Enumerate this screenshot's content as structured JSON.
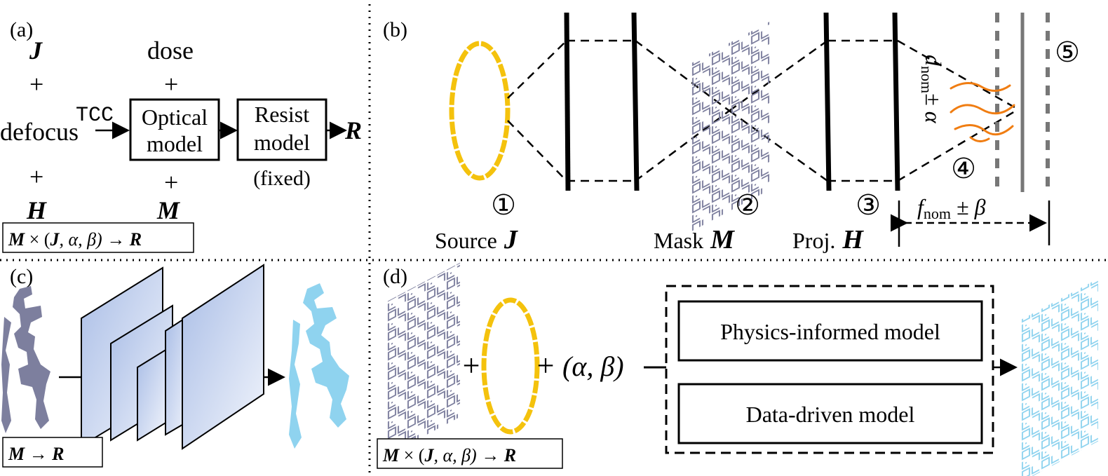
{
  "panel_a": {
    "label": "(a)",
    "J": "J",
    "plus": "+",
    "dose": "dose",
    "tcc": "TCC",
    "defocus": "defocus",
    "optical_line1": "Optical",
    "optical_line2": "model",
    "resist_line1": "Resist",
    "resist_line2": "model",
    "fixed": "(fixed)",
    "R": "R",
    "H": "H",
    "M": "M",
    "formula_M": "M",
    "formula_mid": " × (",
    "formula_J": "J",
    "formula_sep": ", α, β) → ",
    "formula_R": "R"
  },
  "panel_b": {
    "label": "(b)",
    "c1": "①",
    "c2": "②",
    "c3": "③",
    "c4": "④",
    "c5": "⑤",
    "source": "Source",
    "source_sym": "J",
    "mask": "Mask",
    "mask_sym": "M",
    "proj": "Proj.",
    "proj_sym": "H",
    "d_label": "d",
    "d_sub": "nom",
    "d_pm": "± α",
    "f_label": "f",
    "f_sub": "nom",
    "f_pm": " ± β"
  },
  "panel_c": {
    "label": "(c)",
    "formula_M": "M",
    "formula_arrow": " → ",
    "formula_R": "R"
  },
  "panel_d": {
    "label": "(d)",
    "plus1": "+",
    "plus2": "+",
    "params": "(α, β)",
    "physics": "Physics-informed model",
    "data": "Data-driven model",
    "formula_M": "M",
    "formula_mid": " × (",
    "formula_J": "J",
    "formula_sep": ", α, β) → ",
    "formula_R": "R"
  },
  "colors": {
    "mask_gray": "#7d7f9e",
    "source_yellow": "#f4c20d",
    "output_cyan": "#8fd3ef",
    "focus_orange": "#f07d12",
    "layer_blue": "#b7c8ea"
  }
}
